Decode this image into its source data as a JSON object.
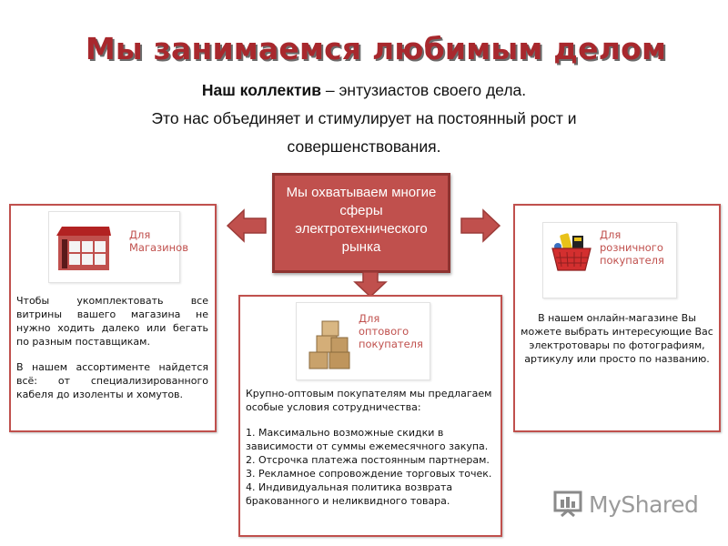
{
  "title": "Мы занимаемся любимым делом",
  "intro": {
    "bold_part": "Наш коллектив",
    "rest_line1": " – энтузиастов своего дела.",
    "line2": "Это нас объединяет и стимулирует на постоянный рост и",
    "line3": "совершенствования."
  },
  "center_box": {
    "text": "Мы охватываем многие сферы электротехнического рынка",
    "fill_color": "#c0504d"
  },
  "panels": {
    "left": {
      "badge_line1": "Для",
      "badge_line2": "Магазинов",
      "paragraph1": "Чтобы укомплектовать все витрины вашего магазина не нужно ходить далеко или бегать по разным поставщикам.",
      "paragraph2": "В нашем ассортименте найдется всё: от специализированного кабеля до изоленты и хомутов."
    },
    "middle": {
      "badge_line1": "Для",
      "badge_line2": "оптового",
      "badge_line3": "покупателя",
      "intro": "Крупно-оптовым покупателям мы предлагаем особые условия сотрудничества:",
      "items": [
        "1. Максимально возможные скидки в зависимости от суммы ежемесячного закупа.",
        "2. Отсрочка платежа постоянным партнерам.",
        "3. Рекламное сопровождение торговых точек.",
        "4. Индивидуальная политика возврата бракованного и неликвидного товара."
      ]
    },
    "right": {
      "badge_line1": "Для",
      "badge_line2": "розничного",
      "badge_line3": "покупателя",
      "paragraph": "В нашем онлайн-магазине Вы можете выбрать интересующие Вас электротовары по фотографиям, артикулу или просто по названию."
    }
  },
  "watermark": {
    "text": "MyShared"
  },
  "colors": {
    "accent": "#c0504d",
    "title": "#a8282d"
  }
}
